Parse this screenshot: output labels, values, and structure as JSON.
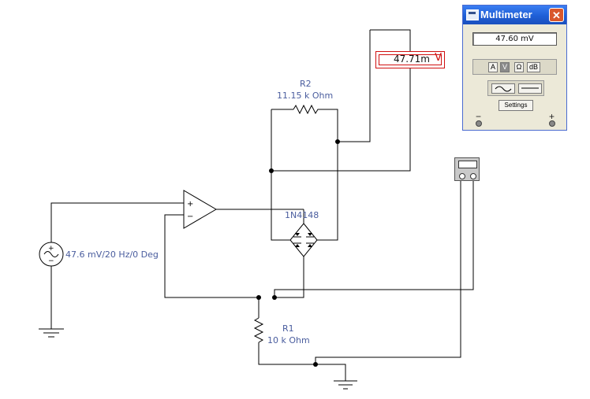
{
  "probe": {
    "value": "47.71m",
    "unit": "V"
  },
  "multimeter": {
    "title": "Multimeter",
    "display": "47.60   mV",
    "mode_buttons": [
      "A",
      "V",
      "Ω",
      "dB"
    ],
    "settings_label": "Settings",
    "minus_label": "−",
    "plus_label": "+"
  },
  "components": {
    "r2_name": "R2",
    "r2_value": "11.15 k Ohm",
    "r1_name": "R1",
    "r1_value": "10 k Ohm",
    "diode_name": "1N4148",
    "source_label": "47.6 mV/20 Hz/0 Deg"
  },
  "colors": {
    "wire": "#000000",
    "label": "#4a5d9e",
    "probe": "#d01010",
    "titlebar": "#1f5fd6"
  }
}
